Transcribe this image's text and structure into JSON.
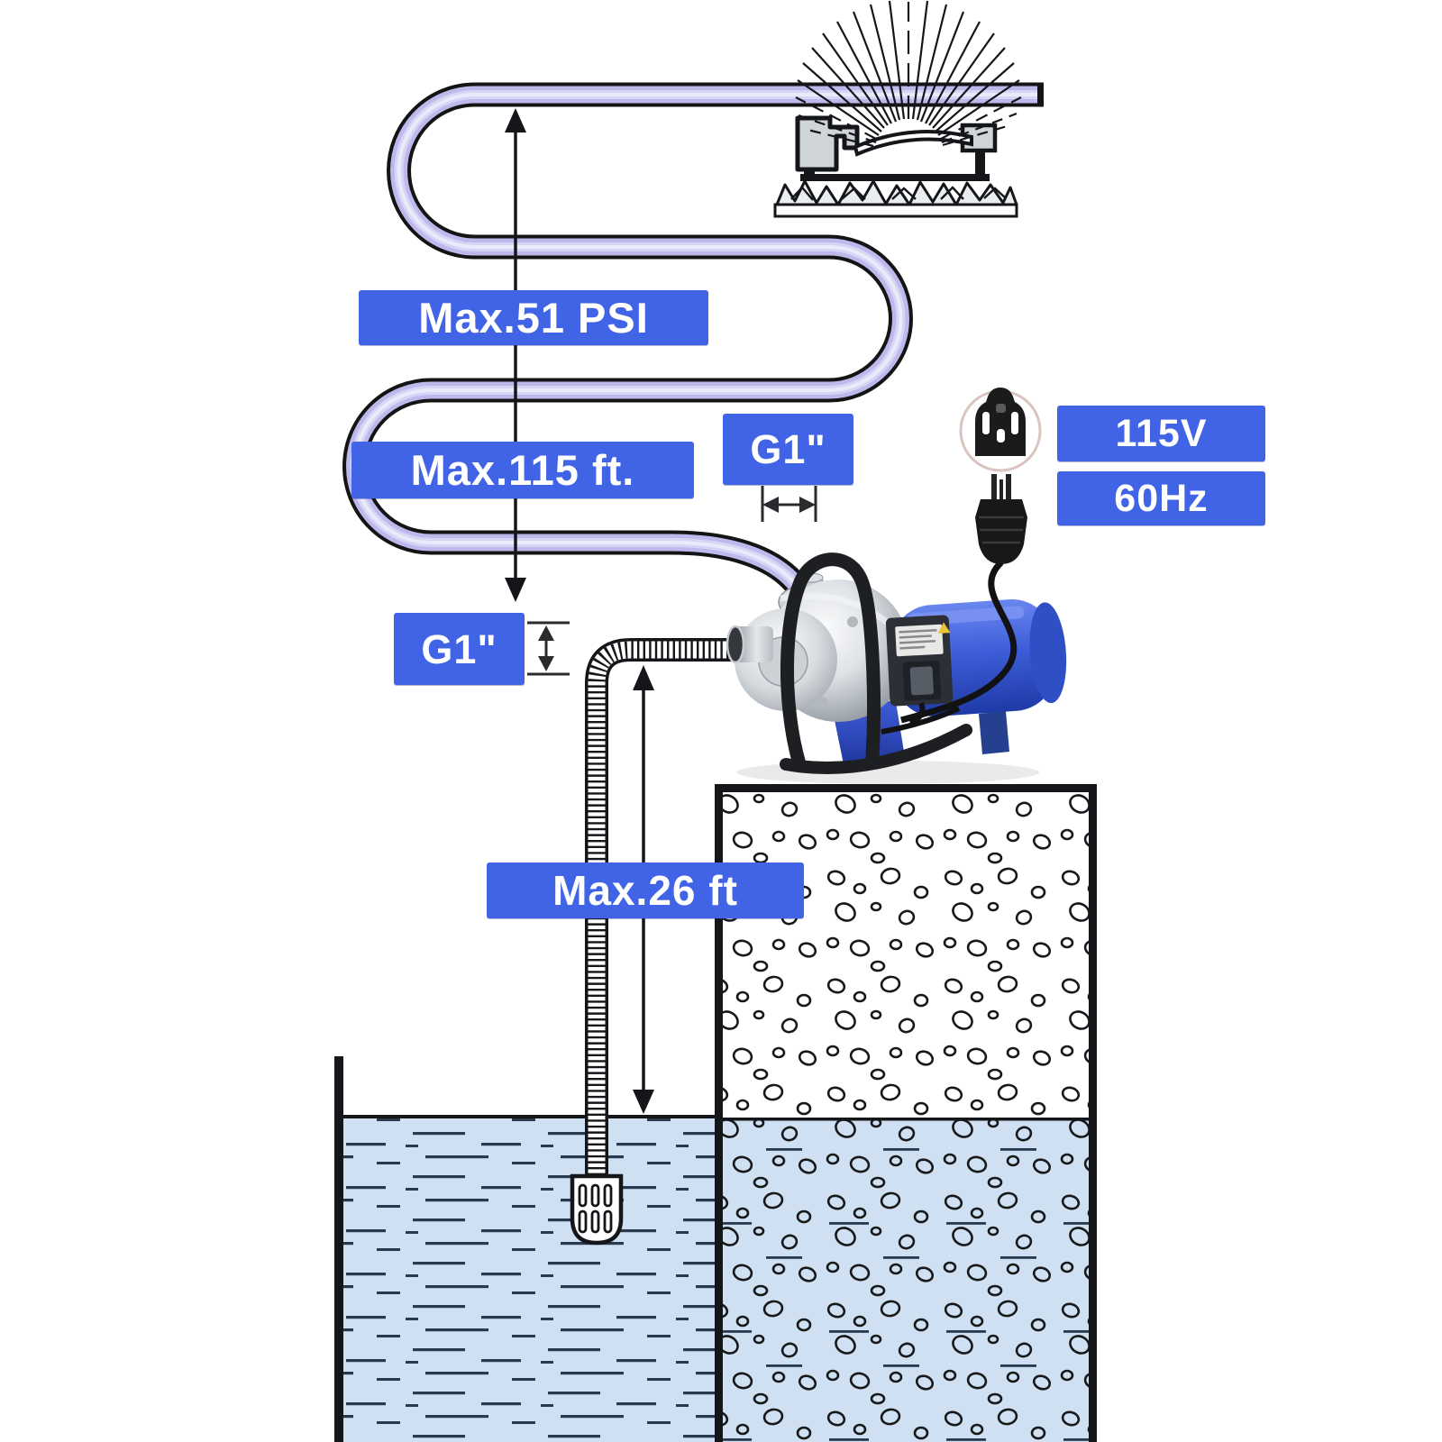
{
  "labels": {
    "max_pressure": "Max.51 PSI",
    "max_head": "Max.115 ft.",
    "outlet_size": "G1\"",
    "voltage": "115V",
    "frequency": "60Hz",
    "inlet_size": "G1\"",
    "max_suction": "Max.26 ft"
  },
  "colors": {
    "label_bg": "#4164e6",
    "hose_fill": "#c6c3ef",
    "hose_core": "#e9e8fa",
    "water_fill": "#cfe0f2",
    "outline": "#15161a",
    "motor_blue": "#3d5ed9"
  },
  "icons": {
    "sprinkler": "oscillating-sprinkler-illustration",
    "power_plug": "power-plug-icon",
    "pump": "garden-jet-pump-illustration",
    "suction_strainer": "foot-valve-strainer-icon"
  }
}
